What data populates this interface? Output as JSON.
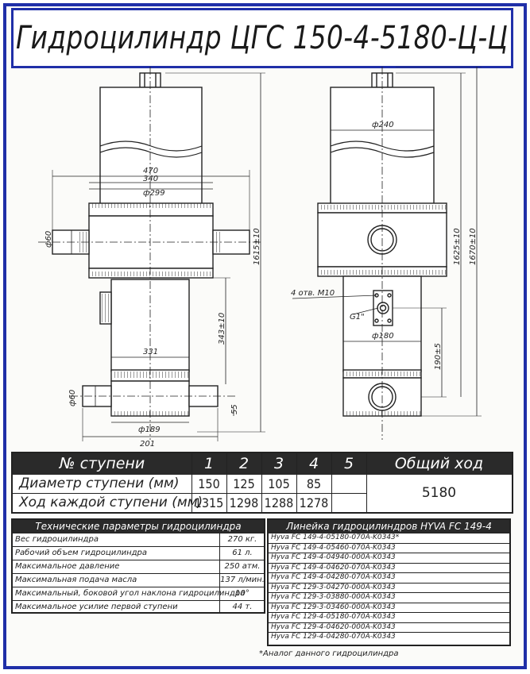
{
  "title": "Гидроцилиндр ЦГС 150-4-5180-Ц-Ц",
  "drawing": {
    "front": {
      "dim_470": "470",
      "dim_340": "340",
      "dim_d299": "ф299",
      "dim_d60_top": "ф60",
      "dim_1615": "1615±10",
      "dim_343": "343±10",
      "dim_331": "331",
      "dim_d60_bottom": "ф60",
      "dim_55": "55",
      "dim_d189": "ф189",
      "dim_201": "201"
    },
    "side": {
      "dim_d240": "ф240",
      "dim_holes": "4 отв. М10",
      "dim_g1": "G1\"",
      "dim_d180": "ф180",
      "dim_190": "190±5",
      "dim_1625": "1625±10",
      "dim_1670": "1670±10"
    }
  },
  "stages": {
    "header_label": "№ ступени",
    "numbers": [
      "1",
      "2",
      "3",
      "4",
      "5"
    ],
    "total_header": "Общий ход",
    "rows": [
      {
        "label": "Диаметр ступени (мм)",
        "values": [
          "150",
          "125",
          "105",
          "85",
          ""
        ]
      },
      {
        "label": "Ход каждой ступени (мм)",
        "values": [
          "1315",
          "1298",
          "1288",
          "1278",
          ""
        ]
      }
    ],
    "total_value": "5180"
  },
  "params": {
    "title": "Технические параметры гидроцилиндра",
    "rows": [
      {
        "label": "Вес гидроцилиндра",
        "value": "270 кг."
      },
      {
        "label": "Рабочий объем гидроцилиндра",
        "value": "61 л."
      },
      {
        "label": "Максимальное давление",
        "value": "250 атм."
      },
      {
        "label": "Максимальная подача масла",
        "value": "137 л/мин."
      },
      {
        "label": "Максимальный, боковой угол наклона гидроцилиндра",
        "value": "10°"
      },
      {
        "label": "Максимальное усилие первой ступени",
        "value": "44 т."
      }
    ]
  },
  "lineup": {
    "title": "Линейка гидроцилиндров HYVA FC 149-4",
    "items": [
      "Hyva FC 149-4-05180-070A-K0343*",
      "Hyva FC 149-4-05460-070A-K0343",
      "Hyva FC 149-4-04940-000A-K0343",
      "Hyva FC 149-4-04620-070A-K0343",
      "Hyva FC 149-4-04280-070A-K0343",
      "Hyva FC 129-3-04270-000A-K0343",
      "Hyva FC 129-3-03880-000A-K0343",
      "Hyva FC 129-3-03460-000A-K0343",
      "Hyva FC 129-4-05180-070A-K0343",
      "Hyva FC 129-4-04620-000A-K0343",
      "Hyva FC 129-4-04280-070A-K0343"
    ]
  },
  "footnote": "*Аналог данного гидроцилиндра",
  "colors": {
    "frame": "#1f2fa8",
    "header_fill": "#2a2a2a"
  }
}
